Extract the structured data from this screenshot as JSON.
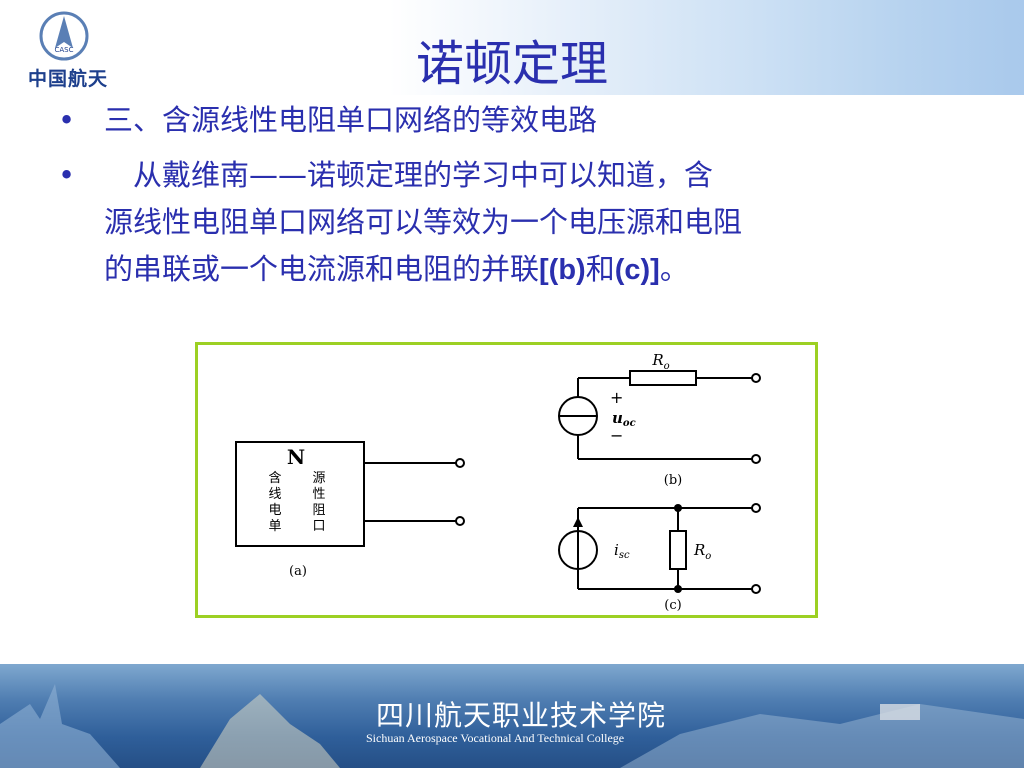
{
  "header": {
    "title": "诺顿定理",
    "logo": {
      "brand_text": "中国航天",
      "emblem_text": "CASC"
    }
  },
  "bullets": [
    {
      "text": "三、含源线性电阻单口网络的等效电路"
    },
    {
      "line1": "　从戴维南——诺顿定理的学习中可以知道，含",
      "line2": "源线性电阻单口网络可以等效为一个电压源和电阻",
      "line3_a": "的串联或一个电流源和电阻的并联",
      "line3_b": "[(b)",
      "line3_c": "和",
      "line3_d": "(c)]",
      "line3_e": "。"
    }
  ],
  "figure": {
    "box_letter": "N",
    "box_col1": [
      "含",
      "线",
      "电",
      "单"
    ],
    "box_col2": [
      "源",
      "性",
      "阻",
      "口"
    ],
    "label_a": "(a)",
    "label_b": "(b)",
    "label_c": "(c)",
    "resistor_b": "R",
    "resistor_b_sub": "o",
    "plus": "+",
    "minus": "−",
    "source_b": "u",
    "source_b_sub": "oc",
    "source_c": "i",
    "source_c_sub": "sc",
    "resistor_c": "R",
    "resistor_c_sub": "o"
  },
  "footer": {
    "title_cn": "四川航天职业技术学院",
    "title_en": "Sichuan Aerospace Vocational And Technical College"
  },
  "colors": {
    "text": "#2a2fae",
    "frame": "#9cd023",
    "footer_bg": "#2f5f9a"
  }
}
